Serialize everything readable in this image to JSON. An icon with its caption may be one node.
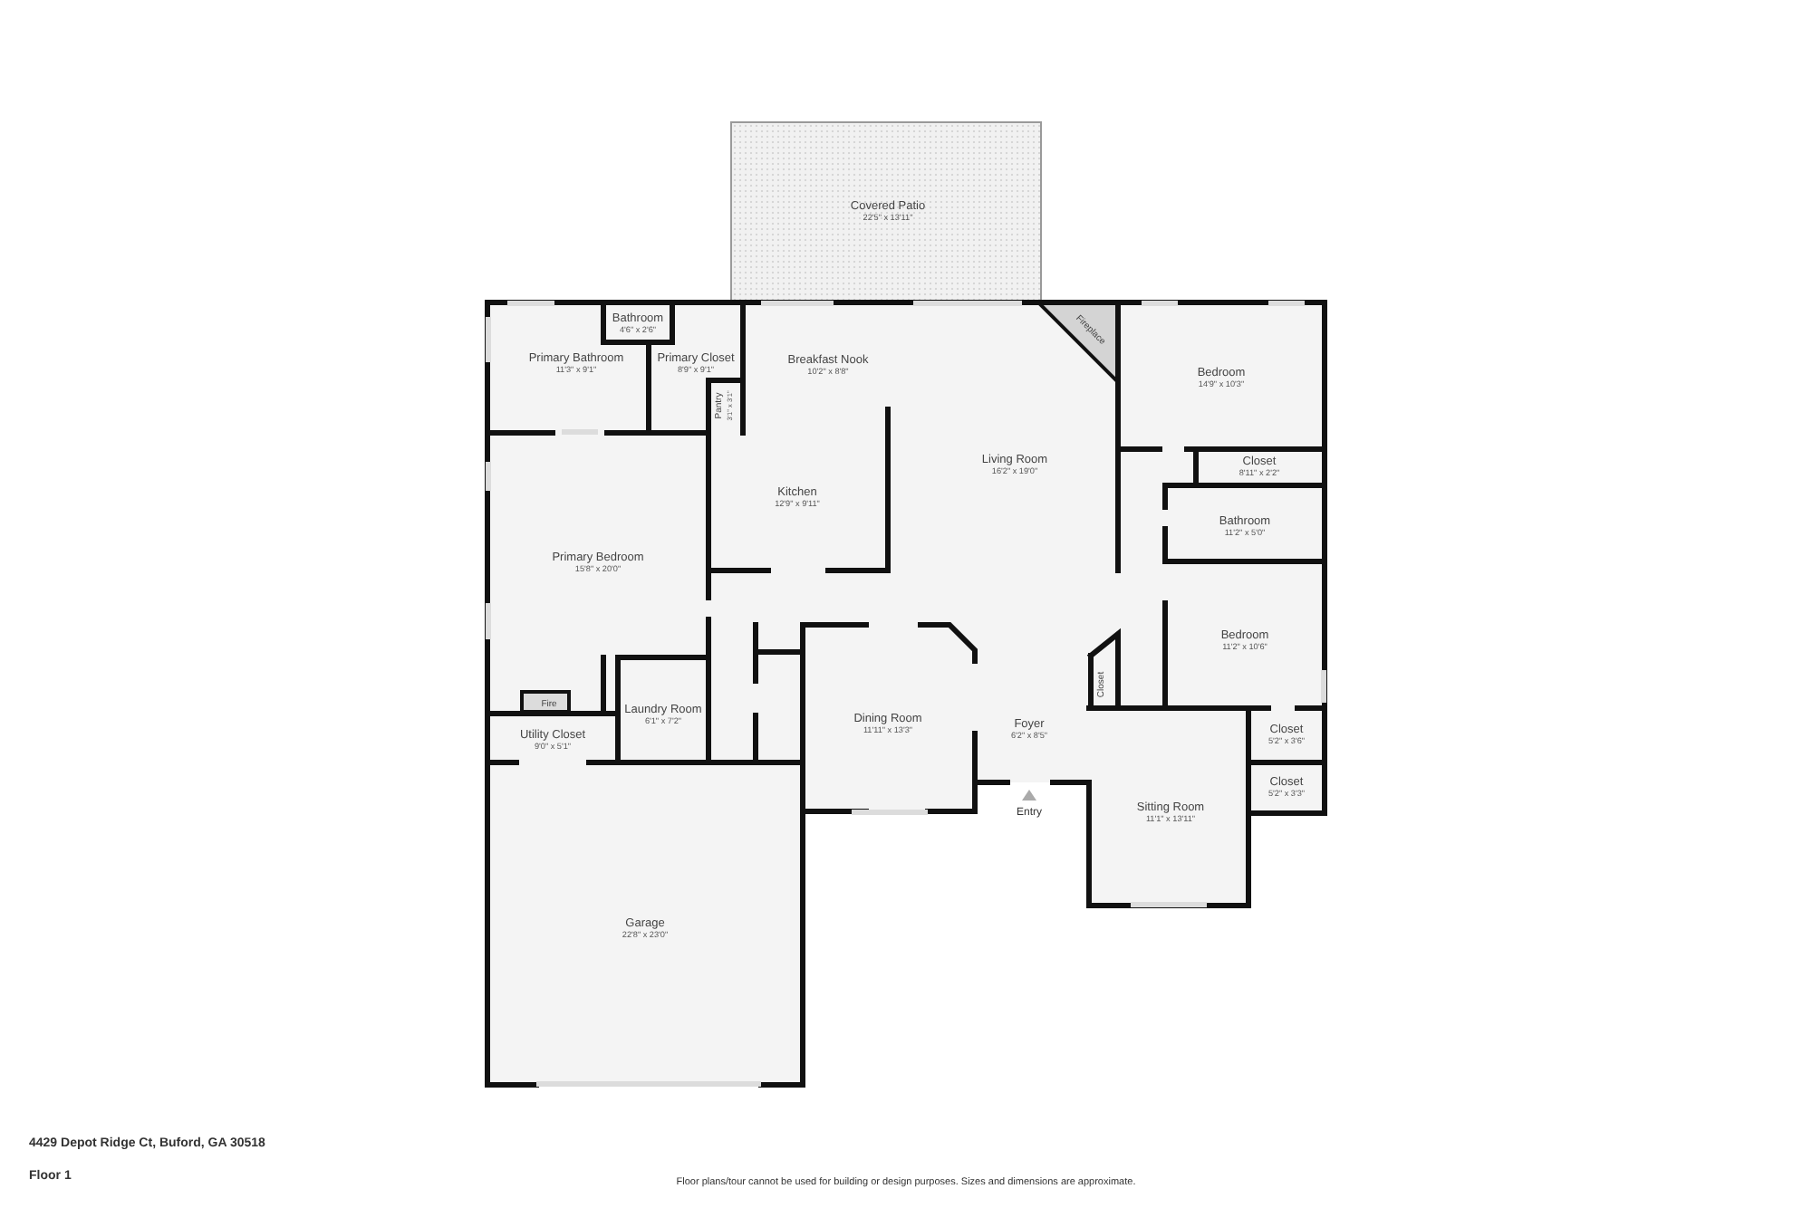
{
  "diagram": {
    "nodes": [
      {
        "text": [
          "Covered Patio",
          "22'5\" x 13'11\""
        ]
      },
      {
        "text": [
          "Bathroom",
          "4'6\" x 2'6\""
        ]
      },
      {
        "text": [
          "Primary Bathroom",
          "11'3\" x 9'1\""
        ]
      },
      {
        "text": [
          "Primary Closet",
          "8'9\" x 9'1\""
        ]
      },
      {
        "text": [
          "Breakfast Nook",
          "10'2\" x 8'8\""
        ]
      },
      {
        "text": [
          "Fireplace"
        ],
        "in": 10
      },
      {
        "text": [
          "Bedroom",
          "14'9\" x 10'3\""
        ]
      },
      {
        "text": [
          "Pantry",
          "3'1\" x 3'1\""
        ]
      },
      {
        "text": [
          "Closet",
          "8'11\" x 2'2\""
        ]
      },
      {
        "text": [
          "Kitchen",
          "12'9\" x 9'11\""
        ]
      },
      {
        "text": [
          "Living Room",
          "16'2\" x 19'0\""
        ]
      },
      {
        "text": [
          "Bathroom",
          "11'2\" x 5'0\""
        ]
      },
      {
        "text": [
          "Primary Bedroom",
          "15'8\" x 20'0\""
        ]
      },
      {
        "text": [
          "Bedroom",
          "11'2\" x 10'6\""
        ]
      },
      {
        "text": [
          "Fire"
        ]
      },
      {
        "text": [
          "Laundry Room",
          "6'1\" x 7'2\""
        ]
      },
      {
        "text": [
          "Dining Room",
          "11'11\" x 13'3\""
        ]
      },
      {
        "text": [
          "Foyer",
          "6'2\" x 8'5\""
        ]
      },
      {
        "text": [
          "Closet"
        ],
        "in": 17
      },
      {
        "text": [
          "Utility Closet",
          "9'0\" x 5'1\""
        ]
      },
      {
        "text": [
          "Closet",
          "5'2\" x 3'6\""
        ]
      },
      {
        "text": [
          "Sitting Room",
          "11'1\" x 13'11\""
        ]
      },
      {
        "text": [
          "Closet",
          "5'2\" x 3'3\""
        ]
      },
      {
        "text": [
          "Garage",
          "22'8\" x 23'0\""
        ]
      }
    ],
    "labels": [
      "Entry",
      "4429 Depot Ridge Ct, Buford, GA 30518",
      "Floor 1",
      "Floor plans/tour cannot be used for building or design purposes. Sizes and dimensions are approximate."
    ]
  }
}
